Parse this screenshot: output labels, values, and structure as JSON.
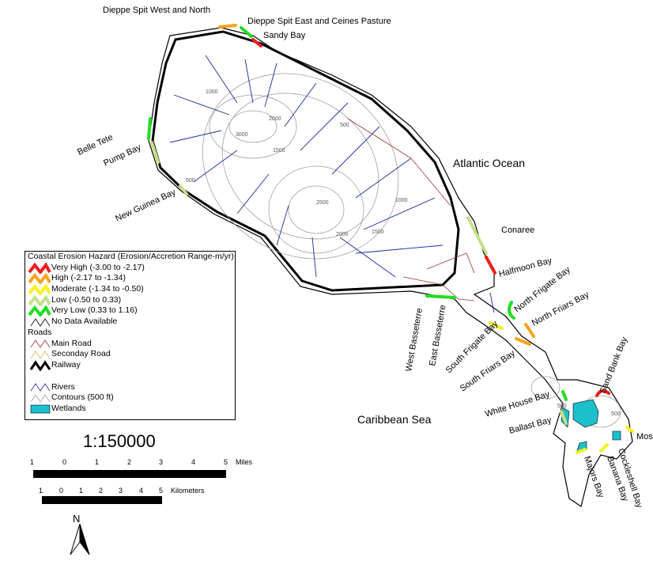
{
  "seas": {
    "atlantic": "Atlantic Ocean",
    "caribbean": "Caribbean Sea"
  },
  "places": {
    "dieppe_west": "Dieppe Spit West and North",
    "dieppe_east": "Dieppe Spit East and Ceines Pasture",
    "sandy_bay": "Sandy Bay",
    "belle_tete": "Belle Tete",
    "pump_bay": "Pump Bay",
    "new_guinea_bay": "New Guinea Bay",
    "conaree": "Conaree",
    "halfmoon_bay": "Halfmoon Bay",
    "north_frigate_bay": "North Frigate Bay",
    "north_friars_bay": "North Friars Bay",
    "south_frigate_bay": "South Frigate Bay",
    "south_friars_bay": "South Friars Bay",
    "west_basseterre": "West Basseterre",
    "east_basseterre": "East Basseterre",
    "white_house_bay": "White House Bay",
    "ballast_bay": "Ballast Bay",
    "sand_bank_bay": "Sand Bank Bay",
    "majors_bay": "Majors Bay",
    "banana_bay": "Banana Bay",
    "cockleshell_bay": "Cockleshell Bay",
    "mos": "Mos"
  },
  "contour_labels": [
    "3000",
    "2500",
    "2000",
    "1500",
    "1000",
    "500",
    "500",
    "500",
    "2000",
    "1500",
    "1000",
    "500"
  ],
  "legend": {
    "title": "Coastal Erosion Hazard (Erosion/Accretion Range-m/yr)",
    "hazard": [
      {
        "label": "Very High (-3.00 to -2.17)",
        "color": "#ee1c1c"
      },
      {
        "label": "High (-2.17 to  -1.34)",
        "color": "#f5a41e"
      },
      {
        "label": "Moderate (-1.34 to -0.50)",
        "color": "#f7f21e"
      },
      {
        "label": "Low (-0.50 to 0.33)",
        "color": "#c4e08a"
      },
      {
        "label": "Very Low (0.33  to 1.16)",
        "color": "#22dd22"
      },
      {
        "label": "No Data Available",
        "color": "#000000"
      }
    ],
    "roads_title": "Roads",
    "roads": [
      {
        "label": "Main Road",
        "color": "#a03030"
      },
      {
        "label": "Seconday Road",
        "color": "#d8b060"
      },
      {
        "label": "Railway",
        "color": "#000000"
      }
    ],
    "other": [
      {
        "label": "Rivers",
        "color": "#1a2aa0"
      },
      {
        "label": "Contours (500 ft)",
        "color": "#a0a0a0"
      },
      {
        "label": "Wetlands",
        "color": "#1cc0cc"
      }
    ]
  },
  "scale": {
    "ratio": "1:150000",
    "miles_ticks": [
      "1",
      "0",
      "1",
      "2",
      "3",
      "4",
      "5"
    ],
    "miles_unit": "Miles",
    "km_ticks": [
      "1",
      "0",
      "1",
      "2",
      "3",
      "4",
      "5"
    ],
    "km_unit": "Kilometers"
  },
  "north": "N"
}
